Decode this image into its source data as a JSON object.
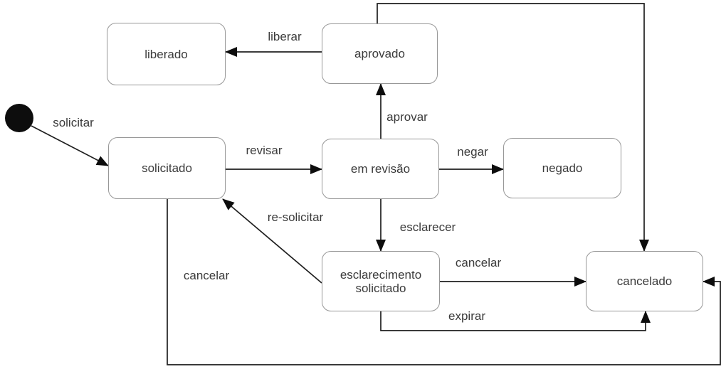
{
  "diagram_type": "uml-state-machine",
  "colors": {
    "background": "#ffffff",
    "state_fill": "#ffffff",
    "state_border": "#979797",
    "text": "#3b3b3b",
    "line": "#1f1f1f",
    "initial_dot": "#0d0d0d"
  },
  "states": {
    "initial": {
      "kind": "initial-dot",
      "label": ""
    },
    "liberado": {
      "label": "liberado"
    },
    "aprovado": {
      "label": "aprovado"
    },
    "solicitado": {
      "label": "solicitado"
    },
    "em_revisao": {
      "label": "em revisão"
    },
    "negado": {
      "label": "negado"
    },
    "esclarecimento_solicitado": {
      "label": "esclarecimento\nsolicitado"
    },
    "cancelado": {
      "label": "cancelado"
    }
  },
  "transitions": {
    "solicitar": {
      "label": "solicitar",
      "from": "initial",
      "to": "solicitado"
    },
    "revisar": {
      "label": "revisar",
      "from": "solicitado",
      "to": "em_revisao"
    },
    "aprovar": {
      "label": "aprovar",
      "from": "em_revisao",
      "to": "aprovado"
    },
    "liberar": {
      "label": "liberar",
      "from": "aprovado",
      "to": "liberado"
    },
    "negar": {
      "label": "negar",
      "from": "em_revisao",
      "to": "negado"
    },
    "esclarecer": {
      "label": "esclarecer",
      "from": "em_revisao",
      "to": "esclarecimento_solicitado"
    },
    "re_solicitar": {
      "label": "re-solicitar",
      "from": "esclarecimento_solicitado",
      "to": "solicitado"
    },
    "cancelar_esclarecimento": {
      "label": "cancelar",
      "from": "esclarecimento_solicitado",
      "to": "cancelado"
    },
    "expirar": {
      "label": "expirar",
      "from": "esclarecimento_solicitado",
      "to": "cancelado"
    },
    "cancelar_solicitado": {
      "label": "cancelar",
      "from": "solicitado",
      "to": "cancelado"
    },
    "aprovado_cancelado": {
      "label": "",
      "from": "aprovado",
      "to": "cancelado"
    }
  }
}
